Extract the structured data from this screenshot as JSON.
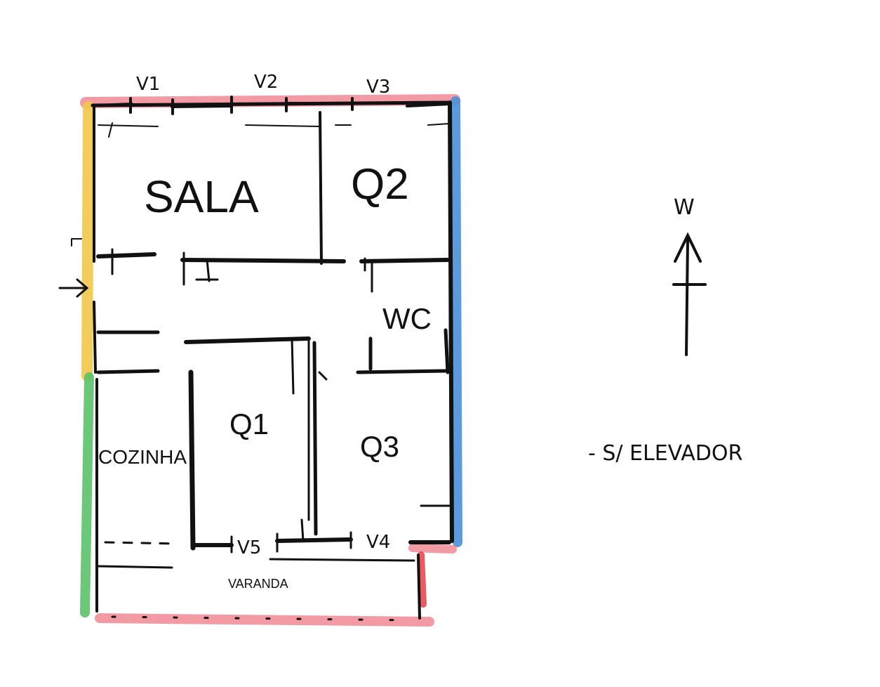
{
  "rooms": {
    "sala": "SALA",
    "q2": "Q2",
    "wc": "WC",
    "q1": "Q1",
    "q3": "Q3",
    "cozinha": "COZINHA",
    "varanda": "VARANDA"
  },
  "windows": {
    "v1": "V1",
    "v2": "V2",
    "v3": "V3",
    "v4": "V4",
    "v5": "V5"
  },
  "compass": {
    "letter": "W"
  },
  "note": "- S/ ELEVADOR",
  "colors": {
    "north_edge": "#f08a96",
    "east_edge": "#4a90d9",
    "west_edge_upper": "#f2c84b",
    "west_edge_lower": "#5cc36b",
    "south_edge": "#f08a96",
    "wall": "#111111"
  }
}
